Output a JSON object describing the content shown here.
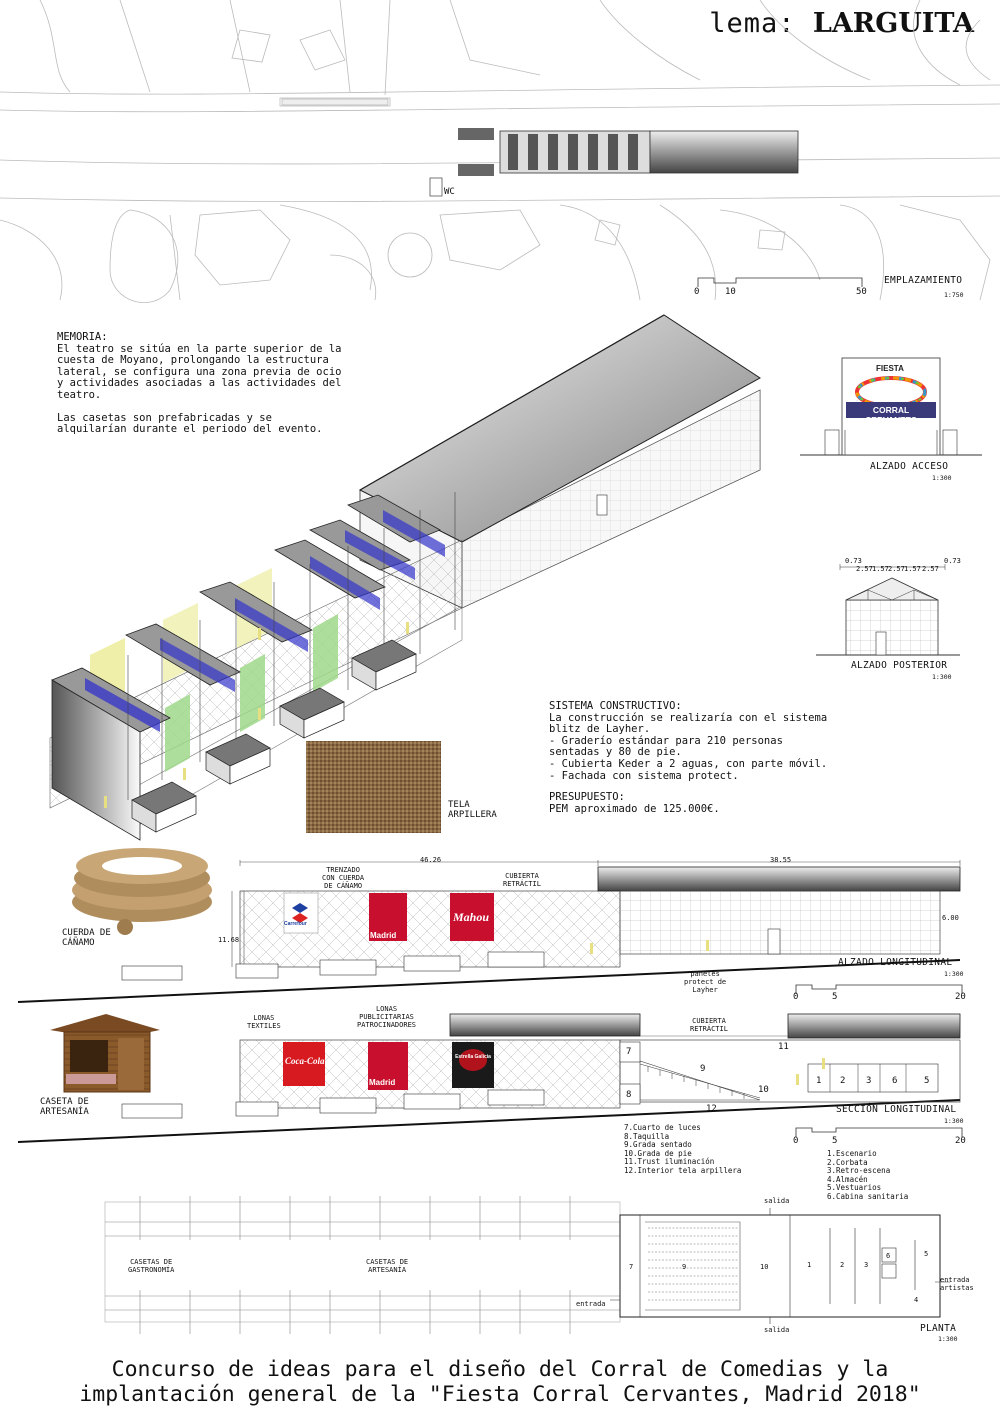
{
  "header": {
    "lema_prefix": "lema:",
    "lema_name": "LARGUITA"
  },
  "site_plan": {
    "wc": "WC",
    "title": "EMPLAZAMIENTO",
    "scale": "1:750",
    "bar": [
      "0",
      "10",
      "50"
    ]
  },
  "memoria": {
    "title": "MEMORIA:",
    "lines": [
      "El teatro se sitúa en la parte superior de la",
      "cuesta de Moyano, prolongando la estructura",
      "lateral, se configura una zona previa de ocio",
      "y actividades asociadas a las actividades del",
      "teatro."
    ],
    "lines2": [
      "Las casetas son prefabricadas y se",
      "alquilarían durante el periodo del evento."
    ]
  },
  "logo": {
    "top": "FIESTA",
    "bottom": "CORRAL CERVANTES"
  },
  "alzado_acceso": {
    "title": "ALZADO ACCESO",
    "scale": "1:300"
  },
  "alzado_posterior": {
    "title": "ALZADO POSTERIOR",
    "scale": "1:300",
    "dims": [
      "0.73",
      "2.57",
      "1.57",
      "2.57",
      "1.57",
      "2.57",
      "0.73"
    ]
  },
  "sistema": {
    "title": "SISTEMA CONSTRUCTIVO:",
    "lines": [
      "La construcción se realizaría con el sistema",
      "blitz de Layher.",
      "- Graderío estándar para 210 personas",
      "sentadas y 80 de pie.",
      "- Cubierta Keder a 2 aguas, con parte móvil.",
      "- Fachada con sistema protect."
    ],
    "presupuesto_title": "PRESUPUESTO:",
    "presupuesto": "PEM aproximado de 125.000€."
  },
  "tela": {
    "l1": "TELA",
    "l2": "ARPILLERA"
  },
  "cuerda": {
    "l1": "CUERDA DE",
    "l2": "CÁÑAMO"
  },
  "alzado_long": {
    "trenzado": [
      "TRENZADO",
      "CON CUERDA",
      "DE CÁÑAMO"
    ],
    "cubierta": [
      "CUBIERTA",
      "RETRÁCTIL"
    ],
    "dim1": "46.26",
    "dim2": "38.55",
    "h1": "11.68",
    "h2": "6.00",
    "brands": [
      "Carrefour",
      "Madrid",
      "Mahou"
    ],
    "paneles": [
      "paneles",
      "protect de",
      "Layher"
    ],
    "title": "ALZADO LONGITUDINAL",
    "scale": "1:300",
    "bar": [
      "0",
      "5",
      "20"
    ]
  },
  "caseta": {
    "l1": "CASETA DE",
    "l2": "ARTESANÍA"
  },
  "seccion": {
    "lonas_textiles": [
      "LONAS",
      "TEXTILES"
    ],
    "lonas_pub": [
      "LONAS",
      "PUBLICITARIAS",
      "PATROCINADORES"
    ],
    "cubierta": [
      "CUBIERTA",
      "RETRÁCTIL"
    ],
    "brands": [
      "Coca-Cola",
      "Madrid",
      "Estrella Galicia"
    ],
    "title": "SECCIÓN LONGITUDINAL",
    "scale": "1:300",
    "bar": [
      "0",
      "5",
      "20"
    ],
    "nums": [
      "7",
      "8",
      "9",
      "10",
      "11",
      "12",
      "1",
      "2",
      "3",
      "6",
      "5"
    ]
  },
  "legend_left": [
    "7.Cuarto de luces",
    "8.Taquilla",
    "9.Grada sentado",
    "10.Grada de pie",
    "11.Trust iluminación",
    "12.Interior tela arpillera"
  ],
  "legend_right": [
    "1.Escenario",
    "2.Corbata",
    "3.Retro-escena",
    "4.Almacén",
    "5.Vestuarios",
    "6.Cabina sanitaria"
  ],
  "planta": {
    "gastro": [
      "CASETAS DE",
      "GASTRONOMÍA"
    ],
    "artesania": [
      "CASETAS DE",
      "ARTESANÍA"
    ],
    "salida": "salida",
    "entrada": "entrada",
    "entrada_artistas": [
      "entrada",
      "artistas"
    ],
    "title": "PLANTA",
    "scale": "1:300",
    "nums": [
      "7",
      "9",
      "10",
      "1",
      "2",
      "3",
      "5",
      "6",
      "4"
    ]
  },
  "footer": {
    "line1": "Concurso de ideas para el diseño del Corral de Comedias y la",
    "line2": "implantación general de la \"Fiesta Corral Cervantes, Madrid 2018\""
  }
}
